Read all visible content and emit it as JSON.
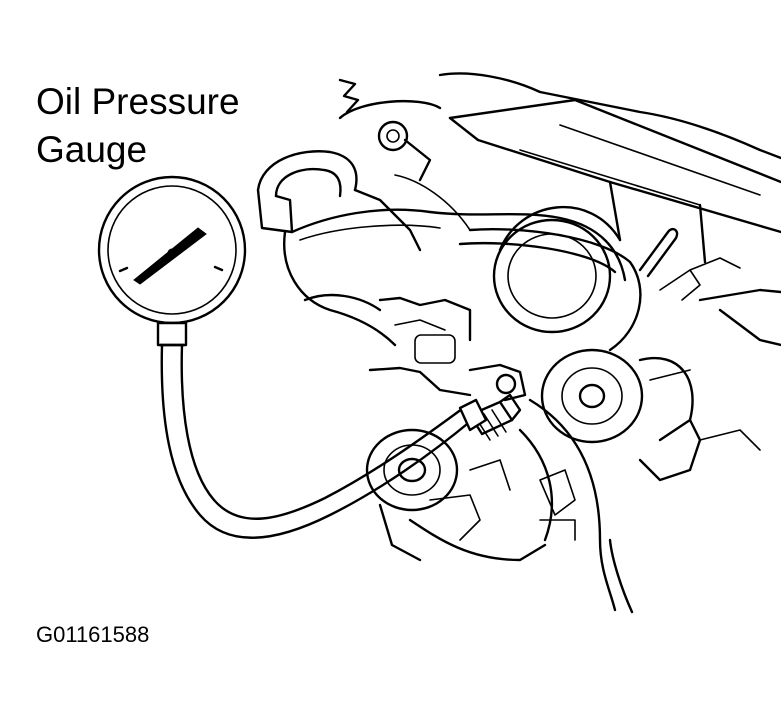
{
  "callout": {
    "line1": "Oil Pressure",
    "line2": "Gauge"
  },
  "figure_id": "G01161588",
  "colors": {
    "ink": "#000000",
    "paper": "#ffffff"
  }
}
